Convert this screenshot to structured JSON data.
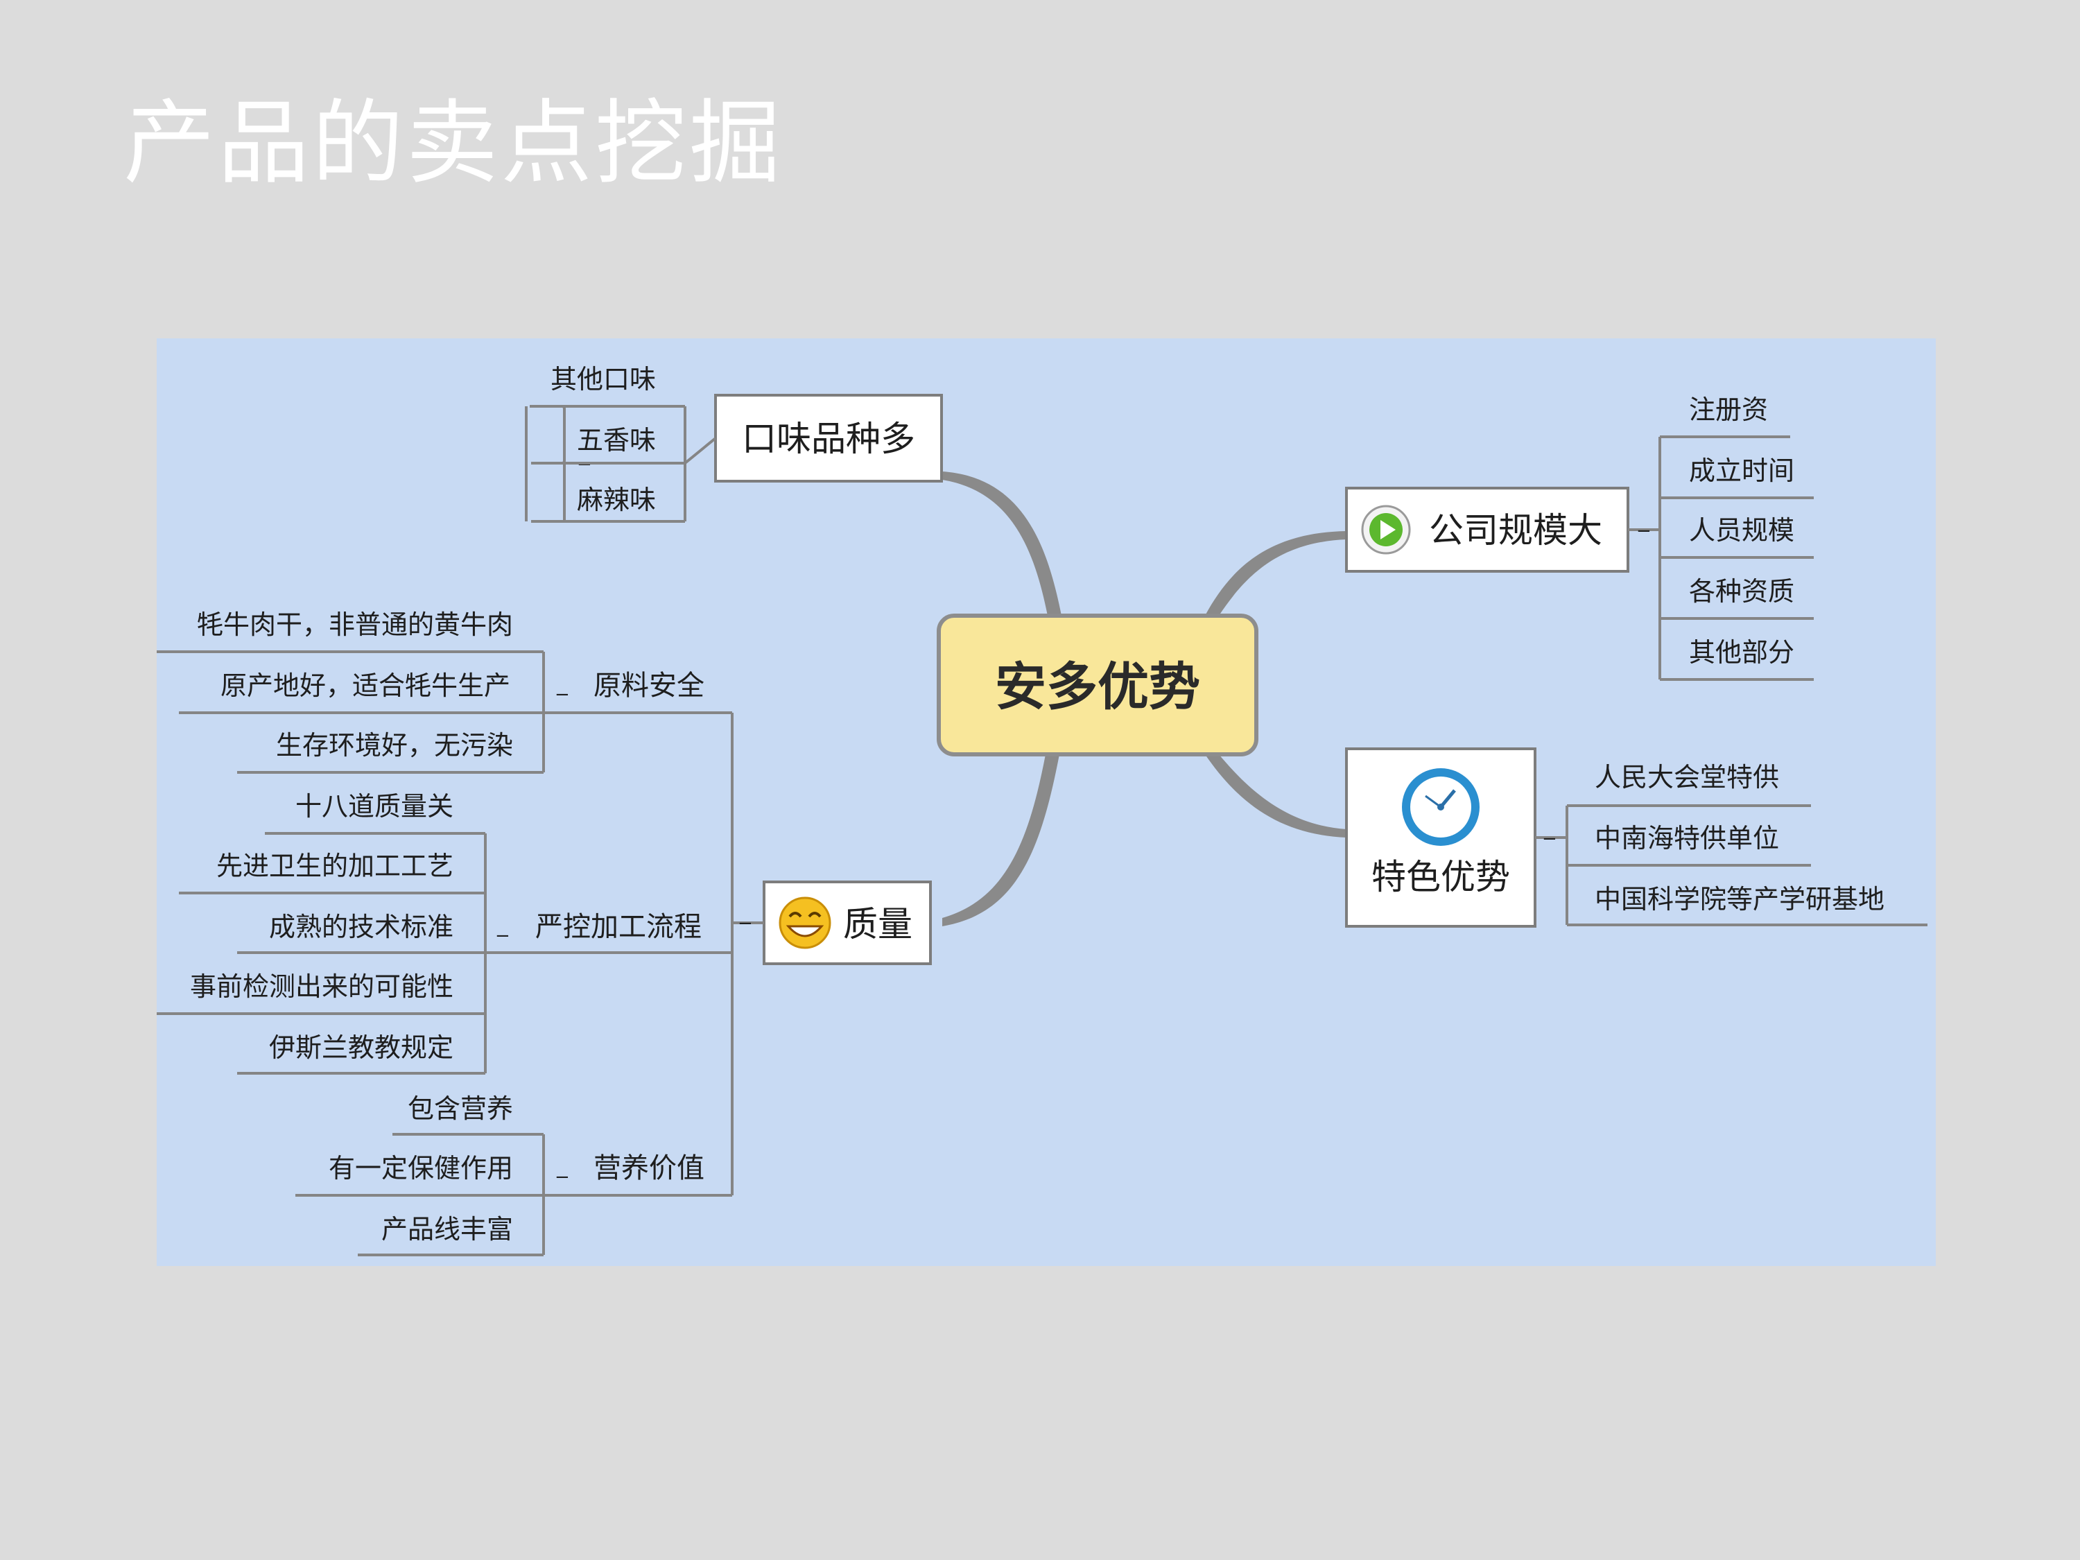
{
  "title": "产品的卖点挖掘",
  "center": "安多优势",
  "left_top": {
    "label": "口味品种多",
    "children": [
      "其他口味",
      "五香味",
      "麻辣味"
    ]
  },
  "left_bottom": {
    "label": "质量",
    "icon": "smile-icon",
    "groups": [
      {
        "label": "原料安全",
        "children": [
          "牦牛肉干，非普通的黄牛肉",
          "原产地好，适合牦牛生产",
          "生存环境好，无污染"
        ]
      },
      {
        "label": "严控加工流程",
        "children": [
          "十八道质量关",
          "先进卫生的加工工艺",
          "成熟的技术标准",
          "事前检测出来的可能性",
          "伊斯兰教教规定"
        ]
      },
      {
        "label": "营养价值",
        "children": [
          "包含营养",
          "有一定保健作用",
          "产品线丰富"
        ]
      }
    ]
  },
  "right_top": {
    "label": "公司规模大",
    "icon": "play-icon",
    "children": [
      "注册资",
      "成立时间",
      "人员规模",
      "各种资质",
      "其他部分"
    ]
  },
  "right_bottom": {
    "label": "特色优势",
    "icon": "clock-icon",
    "children": [
      "人民大会堂特供",
      "中南海特供单位",
      "中国科学院等产学研基地"
    ]
  },
  "colors": {
    "background": "#dcdcdc",
    "map_background": "#c8daf3",
    "center_fill": "#f9e79a",
    "branch_gray": "#8a8a8a",
    "play_green": "#5cb82e",
    "clock_blue": "#2a8fd0",
    "smile_yellow": "#f5c021"
  }
}
